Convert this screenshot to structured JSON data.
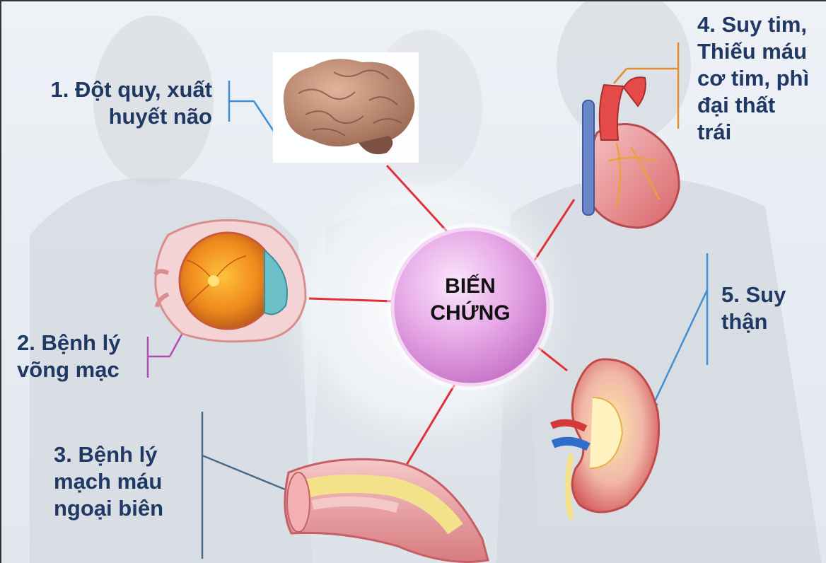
{
  "center": {
    "line1": "BIẾN",
    "line2": "CHỨNG"
  },
  "labels": {
    "stroke": {
      "line1": "1. Đột quy, xuất",
      "line2": "huyết não"
    },
    "retina": {
      "line1": "2. Bệnh lý",
      "line2": "võng mạc"
    },
    "vascular": {
      "line1": "3. Bệnh lý",
      "line2": "mạch máu",
      "line3": "ngoại biên"
    },
    "heart": {
      "line1": "4. Suy tim,",
      "line2": "Thiếu máu",
      "line3": "cơ tim, phì",
      "line4": "đại thất",
      "line5": "trái"
    },
    "kidney": {
      "line1": "5. Suy",
      "line2": "thận"
    }
  },
  "colors": {
    "text": "#1f3864",
    "center_fill": "#e7a9e7",
    "connector_red": "#e0303a",
    "bracket_stroke": "#3d8fd6",
    "bracket_retina": "#b04db0",
    "bracket_heart": "#e88b2e",
    "bracket_vascular": "#4a6a8a"
  },
  "icons": [
    "brain-icon",
    "eye-icon",
    "artery-icon",
    "heart-icon",
    "kidney-icon"
  ]
}
